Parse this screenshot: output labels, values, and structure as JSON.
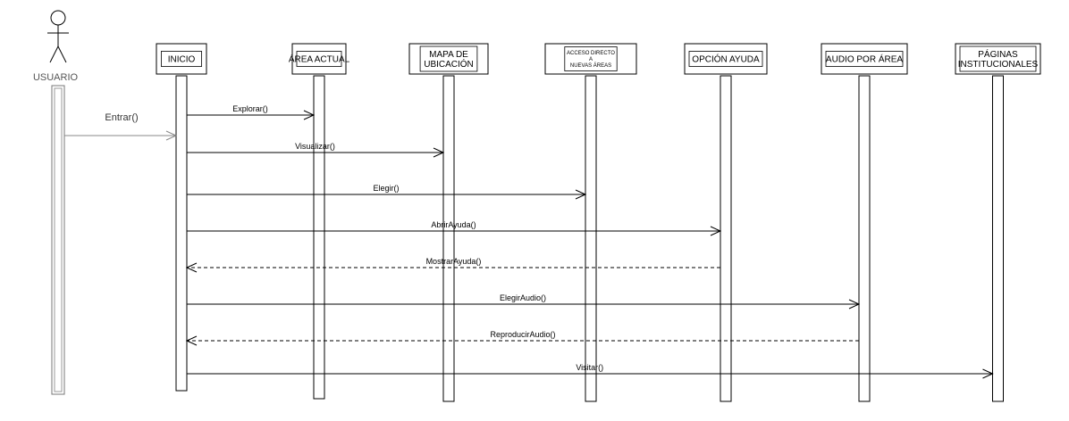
{
  "actor": {
    "label": "USUARIO"
  },
  "lifelines": [
    {
      "id": "inicio",
      "lines": [
        "INICIO"
      ]
    },
    {
      "id": "area-actual",
      "lines": [
        "ÁREA ACTUAL"
      ]
    },
    {
      "id": "mapa-ubicacion",
      "lines": [
        "MAPA  DE",
        "UBICACIÓN"
      ]
    },
    {
      "id": "acceso-directo",
      "lines": [
        "ACCESO DIRECTO",
        "A",
        "NUEVAS ÁREAS"
      ]
    },
    {
      "id": "opcion-ayuda",
      "lines": [
        "OPCIÓN AYUDA"
      ]
    },
    {
      "id": "audio-por-area",
      "lines": [
        "AUDIO POR ÁREA"
      ]
    },
    {
      "id": "paginas-institucionales",
      "lines": [
        "PÁGINAS",
        "INSTITUCIONALES"
      ]
    }
  ],
  "messages": [
    {
      "label": "Entrar()",
      "from": "usuario",
      "to": "inicio",
      "style": "open"
    },
    {
      "label": "Explorar()",
      "from": "inicio",
      "to": "area-actual",
      "style": "open"
    },
    {
      "label": "Visualizar()",
      "from": "inicio",
      "to": "mapa-ubicacion",
      "style": "open"
    },
    {
      "label": "Elegir()",
      "from": "inicio",
      "to": "acceso-directo",
      "style": "open"
    },
    {
      "label": "AbrirAyuda()",
      "from": "inicio",
      "to": "opcion-ayuda",
      "style": "open"
    },
    {
      "label": "MostrarAyuda()",
      "from": "opcion-ayuda",
      "to": "inicio",
      "style": "dashed"
    },
    {
      "label": "ElegirAudio()",
      "from": "inicio",
      "to": "audio-por-area",
      "style": "open"
    },
    {
      "label": "ReproducirAudio()",
      "from": "audio-por-area",
      "to": "inicio",
      "style": "dashed"
    },
    {
      "label": "Visitar()",
      "from": "inicio",
      "to": "paginas-institucionales",
      "style": "open"
    }
  ]
}
